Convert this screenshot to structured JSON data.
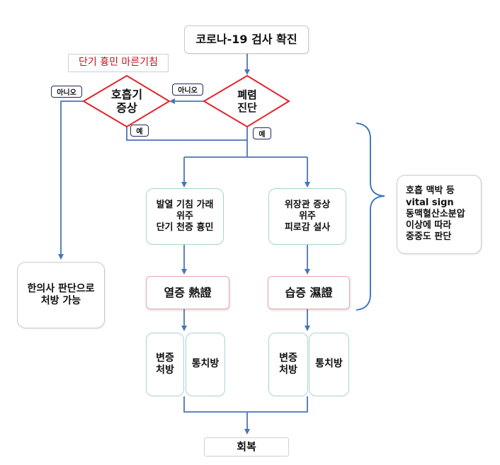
{
  "nodes": {
    "confirm": "코로나-19 검사 확진",
    "pneumonia": "폐렴\n진단",
    "respiratory": "호흡기\n증상",
    "mild_label": "단기 흉민 마른기침",
    "heat_symptoms": "발열 기침 가래\n위주\n단기 천증 흉민",
    "gi_symptoms": "위장관 증상\n위주\n피로감 설사",
    "heat_pattern": "열증 熱證",
    "damp_pattern": "습증 濕證",
    "heat_pattern_rx": "변증\n처방",
    "heat_common_rx": "통치방",
    "damp_pattern_rx": "변증\n처방",
    "damp_common_rx": "통치방",
    "recovery": "회복",
    "kmd_decision": "한의사 판단으로\n처방 가능",
    "severity_note": "호흡 맥박 등\nvital sign\n동맥혈산소분압\n이상에 따라\n중중도 판단"
  },
  "labels": {
    "no_pneumonia": "아니오",
    "no_respiratory": "아니오",
    "yes_respiratory": "예",
    "yes_pneumonia": "예"
  },
  "colors": {
    "arrow": "#4a74b6",
    "diamond_border": "#e2242b",
    "mild_text": "#c0141b",
    "brace": "#2f6fc2"
  }
}
